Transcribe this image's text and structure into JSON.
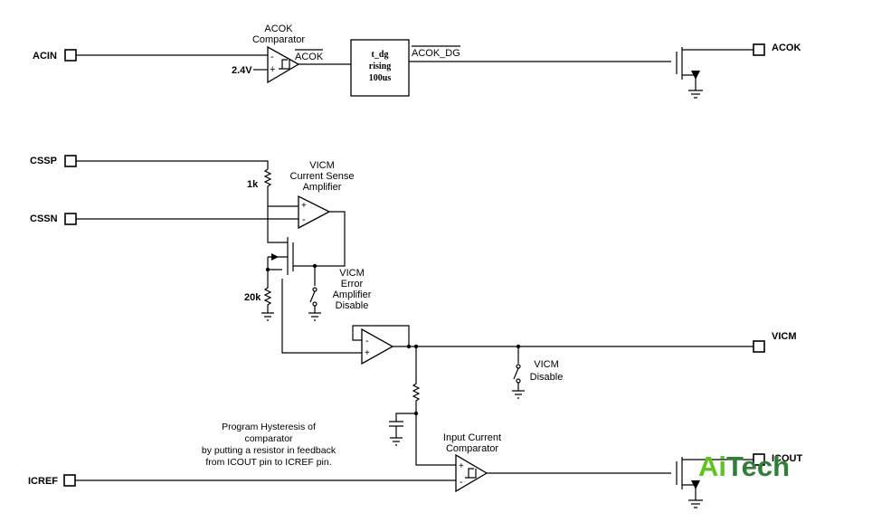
{
  "pins": {
    "acin": "ACIN",
    "acok": "ACOK",
    "cssp": "CSSP",
    "cssn": "CSSN",
    "vicm": "VICM",
    "icref": "ICREF",
    "icout": "ICOUT"
  },
  "acok_section": {
    "comparator_label_1": "ACOK",
    "comparator_label_2": "Comparator",
    "reference_voltage": "2.4V",
    "comparator_output": "ACOK",
    "delay_line_1": "t_dg",
    "delay_line_2": "rising",
    "delay_line_3": "100us",
    "delay_output": "ACOK_DG"
  },
  "vicm_section": {
    "resistor_top": "1k",
    "resistor_bottom": "20k",
    "amp_label_1": "VICM",
    "amp_label_2": "Current Sense",
    "amp_label_3": "Amplifier",
    "err_label_1": "VICM",
    "err_label_2": "Error",
    "err_label_3": "Amplifier",
    "err_label_4": "Disable",
    "disable_label_1": "VICM",
    "disable_label_2": "Disable"
  },
  "icref_section": {
    "note_1": "Program Hysteresis of",
    "note_2": "comparator",
    "note_3": "by putting a resistor in feedback",
    "note_4": "from ICOUT pin to ICREF pin.",
    "comp_label_1": "Input Current",
    "comp_label_2": "Comparator"
  },
  "op_signs": {
    "plus": "+",
    "minus": "-"
  },
  "watermark": {
    "part_a": "Ai",
    "part_b": "Tech"
  }
}
